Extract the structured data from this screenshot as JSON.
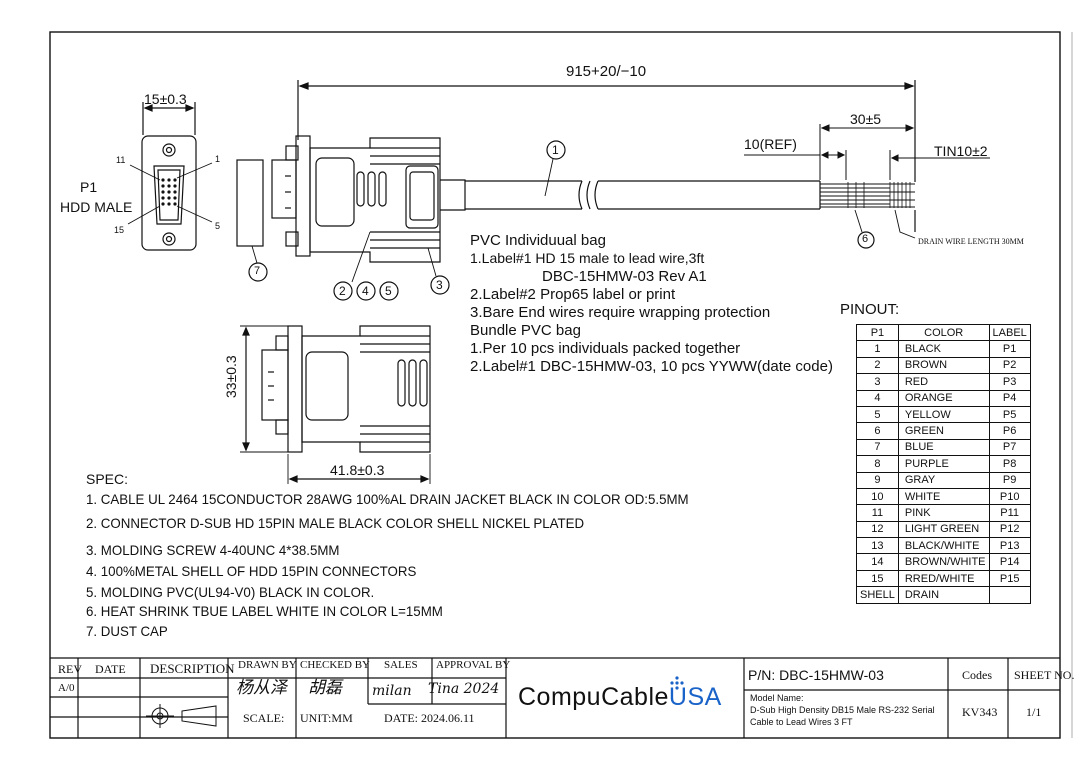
{
  "dimensions": {
    "overall_length": "915+20/−10",
    "head_width": "15±0.3",
    "strip_length": "30±5",
    "ref_length": "10(REF)",
    "tin_length": "TIN10±2",
    "molding_height": "33±0.3",
    "molding_length": "41.8±0.3",
    "drain_wire_note": "DRAIN WIRE LENGTH 30MM"
  },
  "connector": {
    "p1_label": "P1",
    "type_label": "HDD MALE",
    "pin_11": "11",
    "pin_1": "1",
    "pin_15": "15",
    "pin_5": "5"
  },
  "callouts": [
    "1",
    "2",
    "4",
    "5",
    "3",
    "6",
    "7"
  ],
  "packaging_notes": [
    "PVC Individuual bag",
    "1.Label#1 HD 15 male to lead wire,3ft",
    "DBC-15HMW-03 Rev A1",
    "2.Label#2 Prop65 label or print",
    "3.Bare End wires require wrapping protection",
    "Bundle PVC bag",
    "1.Per 10 pcs individuals packed together",
    "2.Label#1 DBC-15HMW-03, 10 pcs YYWW(date code)"
  ],
  "pinout": {
    "title": "PINOUT:",
    "headers": [
      "P1",
      "COLOR",
      "LABEL"
    ],
    "rows": [
      [
        "1",
        "BLACK",
        "P1"
      ],
      [
        "2",
        "BROWN",
        "P2"
      ],
      [
        "3",
        "RED",
        "P3"
      ],
      [
        "4",
        "ORANGE",
        "P4"
      ],
      [
        "5",
        "YELLOW",
        "P5"
      ],
      [
        "6",
        "GREEN",
        "P6"
      ],
      [
        "7",
        "BLUE",
        "P7"
      ],
      [
        "8",
        "PURPLE",
        "P8"
      ],
      [
        "9",
        "GRAY",
        "P9"
      ],
      [
        "10",
        "WHITE",
        "P10"
      ],
      [
        "11",
        "PINK",
        "P11"
      ],
      [
        "12",
        "LIGHT GREEN",
        "P12"
      ],
      [
        "13",
        "BLACK/WHITE",
        "P13"
      ],
      [
        "14",
        "BROWN/WHITE",
        "P14"
      ],
      [
        "15",
        "RRED/WHITE",
        "P15"
      ],
      [
        "SHELL",
        "DRAIN",
        ""
      ]
    ]
  },
  "spec": {
    "title": "SPEC:",
    "items": [
      "1. CABLE UL 2464 15CONDUCTOR 28AWG 100%AL DRAIN JACKET BLACK IN COLOR OD:5.5MM",
      "2. CONNECTOR D-SUB HD 15PIN MALE BLACK COLOR SHELL NICKEL PLATED",
      "3. MOLDING SCREW 4-40UNC 4*38.5MM",
      "4. 100%METAL SHELL OF HDD 15PIN CONNECTORS",
      "5. MOLDING PVC(UL94-V0) BLACK IN COLOR.",
      "6. HEAT SHRINK TBUE LABEL WHITE IN COLOR L=15MM",
      "7. DUST CAP"
    ]
  },
  "title_block": {
    "rev_header": "REV",
    "date_header": "DATE",
    "description_header": "DESCRIPTION",
    "drawn_by_header": "DRAWN BY",
    "checked_by_header": "CHECKED BY",
    "sales_header": "SALES",
    "approval_header": "APPROVAL BY",
    "rev_value": "A/0",
    "scale_label": "SCALE:",
    "unit_label": "UNIT:MM",
    "date_label": "DATE: 2024.06.11",
    "drawn_sig": "杨从泽",
    "checked_sig": "胡磊",
    "sales_sig": "milan",
    "approval_sig": "Tina 2024",
    "pn_label": "P/N: DBC-15HMW-03",
    "logo_main": "CompuCable",
    "logo_accent": "USA",
    "model_name_label": "Model Name:",
    "model_line1": "D-Sub High Density DB15 Male RS-232 Serial",
    "model_line2": "Cable to Lead Wires 3 FT",
    "codes_header": "Codes",
    "codes_value": "KV343",
    "sheet_header": "SHEET NO.",
    "sheet_value": "1/1"
  },
  "colors": {
    "line": "#111111",
    "logo_accent": "#1a63c8",
    "background": "#ffffff"
  }
}
